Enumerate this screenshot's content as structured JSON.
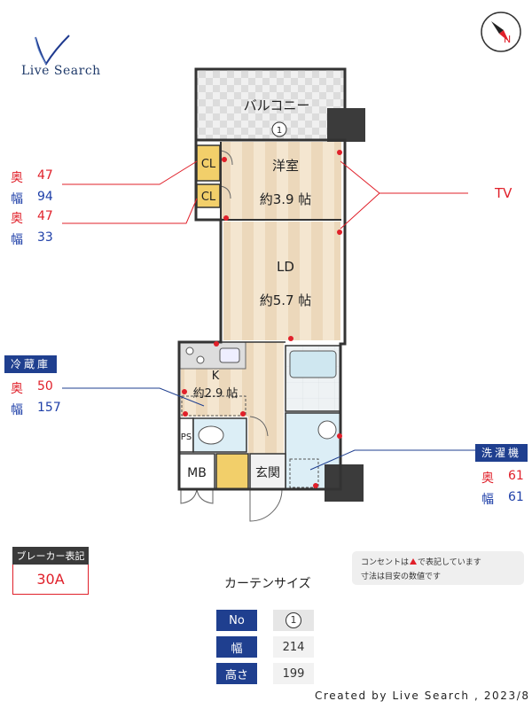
{
  "brand": {
    "logo_text": "Live Search"
  },
  "compass": {
    "label": "N"
  },
  "rooms": {
    "balcony": "バルコニー",
    "western_room": "洋室",
    "western_room_size": "約3.9 帖",
    "ld": "LD",
    "ld_size": "約5.7 帖",
    "kitchen": "K",
    "kitchen_size": "約2.9 帖",
    "entrance": "玄関",
    "mb": "MB",
    "ps": "PS",
    "closet_1": "CL",
    "closet_2": "CL",
    "window_no": "1"
  },
  "tv_label": "TV",
  "closet_dims": [
    {
      "depth_label": "奥",
      "depth": "47",
      "width_label": "幅",
      "width": "94"
    },
    {
      "depth_label": "奥",
      "depth": "47",
      "width_label": "幅",
      "width": "33"
    }
  ],
  "fridge": {
    "title": "冷蔵庫",
    "depth_label": "奥",
    "depth": "50",
    "width_label": "幅",
    "width": "157"
  },
  "washer": {
    "title": "洗濯機",
    "depth_label": "奥",
    "depth": "61",
    "width_label": "幅",
    "width": "61"
  },
  "breaker": {
    "title": "ブレーカー表記",
    "value": "30A"
  },
  "notes": {
    "line1_pre": "コンセントは",
    "line1_post": "で表記しています",
    "line2": "寸法は目安の数値です"
  },
  "curtain": {
    "title": "カーテンサイズ",
    "no_label": "No",
    "no_value": "1",
    "width_label": "幅",
    "width_value": "214",
    "height_label": "高さ",
    "height_value": "199"
  },
  "footer": "Created by Live Search , 2023/8",
  "colors": {
    "accent_blue": "#1f3f8f",
    "outlet_red": "#e0202a",
    "floor": "#f2e3cc"
  }
}
